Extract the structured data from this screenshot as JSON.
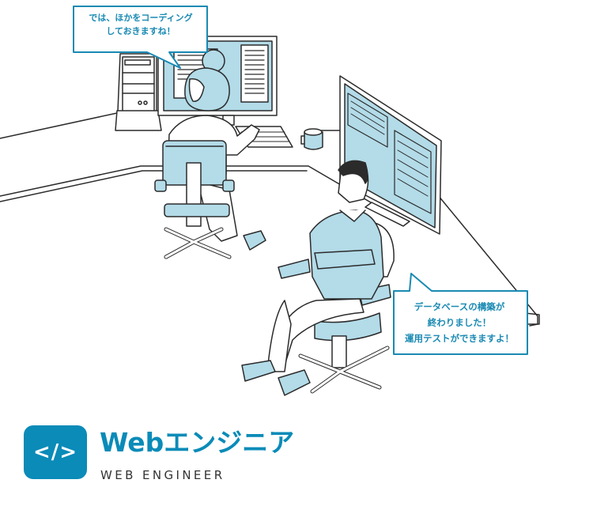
{
  "illustration": {
    "description": "Two web engineers working at desks with monitors",
    "colors": {
      "accent": "#0a8bb8",
      "fill_light_blue": "#b3dbe8",
      "line": "#2b2b2b",
      "bubble_text": "#1a8ab3"
    }
  },
  "bubbles": {
    "woman": {
      "lines": [
        "では、ほかをコーディング",
        "しておきますね！"
      ]
    },
    "man": {
      "lines": [
        "データベースの構築が",
        "終わりました！",
        "運用テストができますよ！"
      ]
    }
  },
  "label": {
    "icon": "code-icon",
    "icon_text": "</>",
    "title": "Webエンジニア",
    "subtitle": "WEB ENGINEER"
  }
}
